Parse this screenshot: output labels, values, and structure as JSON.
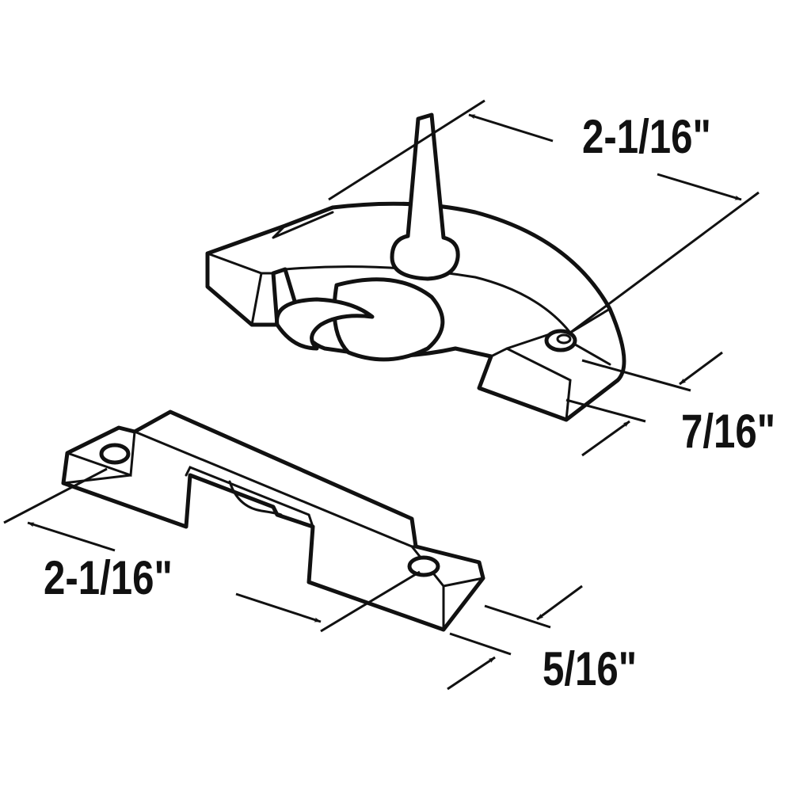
{
  "dimensions": {
    "latch_length": "2-1/16\"",
    "latch_height": "7/16\"",
    "keeper_length": "2-1/16\"",
    "keeper_height": "5/16\""
  },
  "colors": {
    "line": "#111111",
    "background": "#ffffff"
  }
}
